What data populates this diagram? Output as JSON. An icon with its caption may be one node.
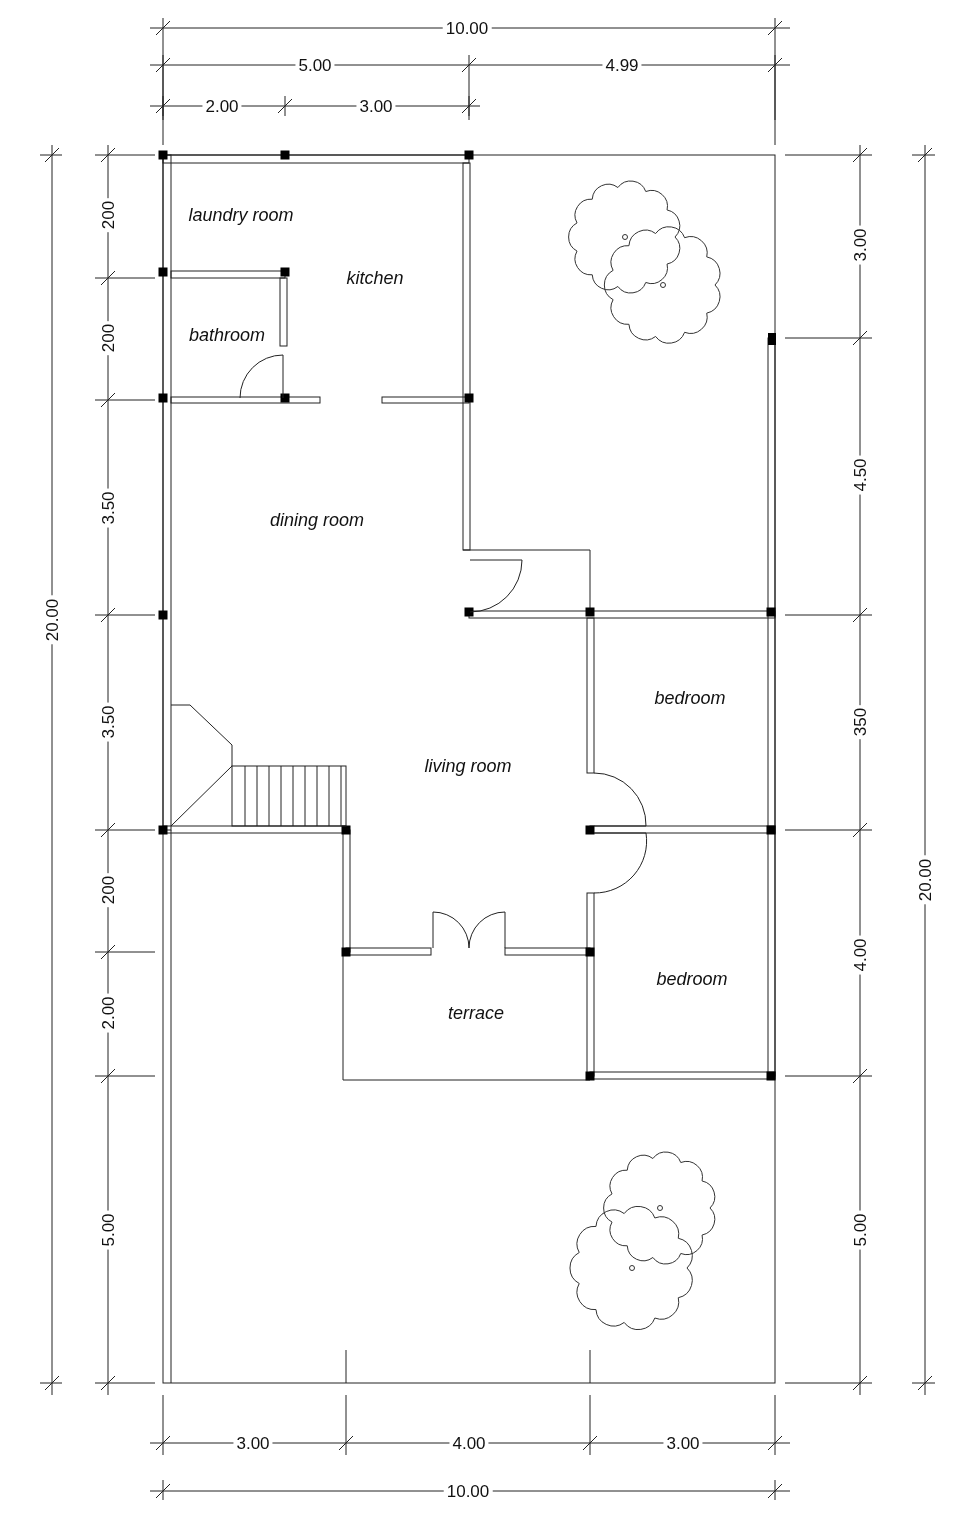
{
  "diagram": {
    "labels": [
      "10.00",
      "5.00",
      "4.99",
      "2.00",
      "3.00",
      "laundry room",
      "kitchen",
      "bathroom",
      "dining room",
      "bedroom",
      "living room",
      "bedroom",
      "terrace",
      "200",
      "200",
      "3.50",
      "3.50",
      "200",
      "2.00",
      "5.00",
      "20.00",
      "3.00",
      "4.50",
      "350",
      "4.00",
      "5.00",
      "20.00",
      "3.00",
      "4.00",
      "3.00",
      "10.00"
    ]
  }
}
